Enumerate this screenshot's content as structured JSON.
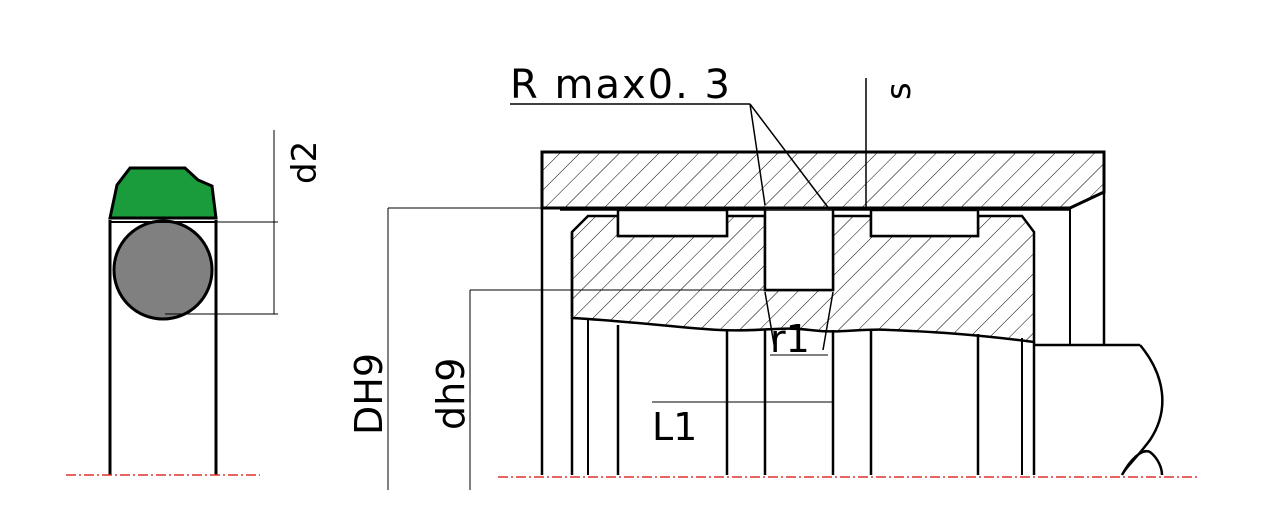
{
  "labels": {
    "r_max": "R max0. 3",
    "s": "s",
    "d2": "d2",
    "DH9": "DH9",
    "dh9": "dh9",
    "r1": "r1",
    "L1": "L1"
  },
  "colors": {
    "seal_ring": "#1a9b3c",
    "o_ring": "#808080",
    "centerline": "#e0342b",
    "line": "#000000",
    "background": "#ffffff"
  }
}
